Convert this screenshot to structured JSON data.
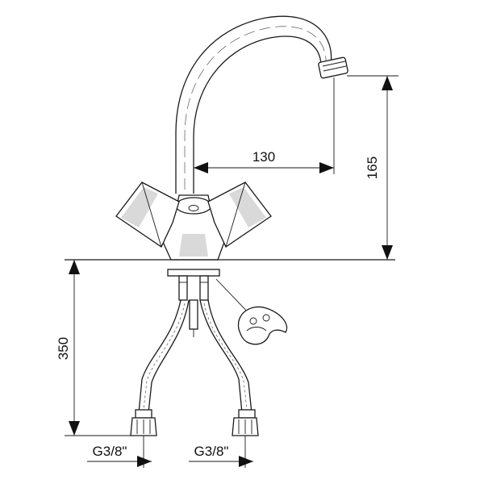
{
  "dimensions": {
    "spout_reach": "130",
    "spout_height": "165",
    "hose_length": "350",
    "connection_left": "G3/8\"",
    "connection_right": "G3/8\""
  },
  "colors": {
    "line": "#1a1a1a",
    "shade": "#d9d9d9"
  }
}
